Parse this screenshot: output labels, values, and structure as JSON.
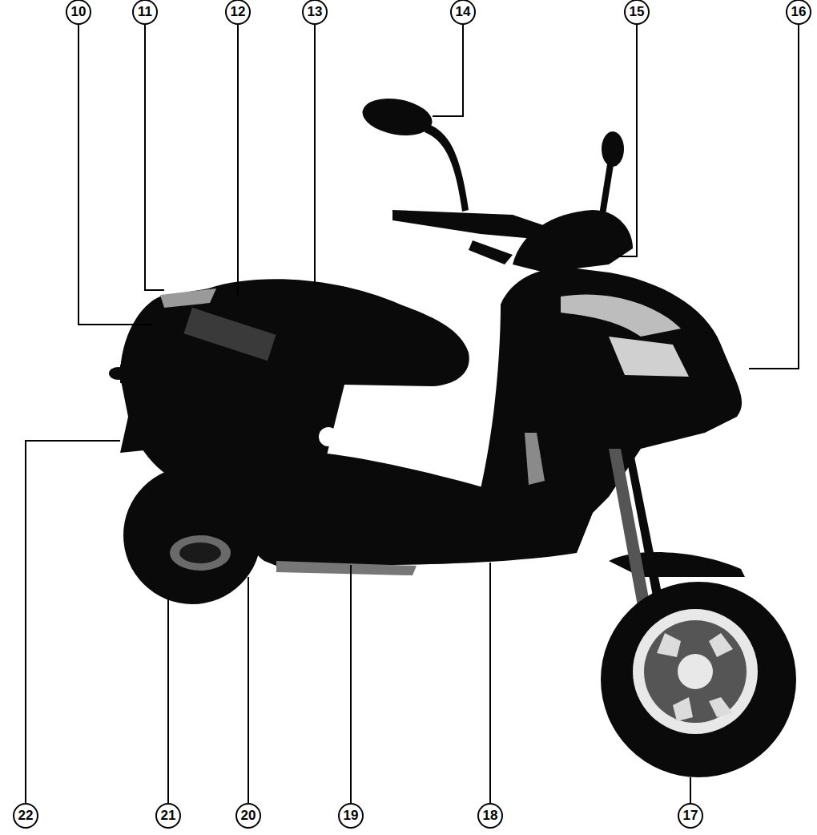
{
  "diagram": {
    "labels": [
      "10",
      "11",
      "12",
      "13",
      "14",
      "15",
      "16",
      "22",
      "21",
      "20",
      "19",
      "18",
      "17"
    ]
  }
}
